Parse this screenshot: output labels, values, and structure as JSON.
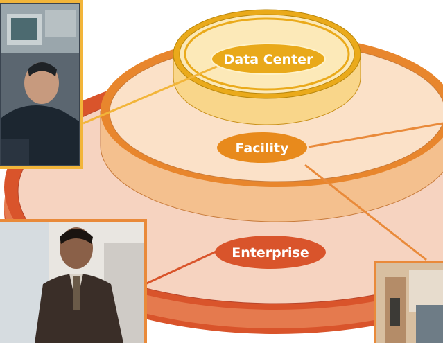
{
  "diagram": {
    "tiers": [
      {
        "name": "Data Center"
      },
      {
        "name": "Facility"
      },
      {
        "name": "Enterprise"
      }
    ]
  },
  "colors": {
    "enterprise_fill": "#F6D3C0",
    "enterprise_ring": "#D9542B",
    "enterprise_side": "#E57A4E",
    "facility_fill": "#FBE1C8",
    "facility_ring": "#E8862D",
    "facility_side": "#F4C08E",
    "datacenter_fill": "#FCE9B8",
    "datacenter_ring": "#EAAA1B",
    "datacenter_label": "#E9A91A",
    "facility_label": "#E88A1C",
    "enterprise_label": "#D9542B",
    "photo_frame_yellow": "#F2B53A",
    "photo_frame_orange": "#E98A3A",
    "photo_frame_red": "#D9542B"
  },
  "photos": [
    {
      "icon": "person-at-computer-photo"
    },
    {
      "icon": "businessman-photo"
    },
    {
      "icon": "equipment-room-photo"
    }
  ]
}
